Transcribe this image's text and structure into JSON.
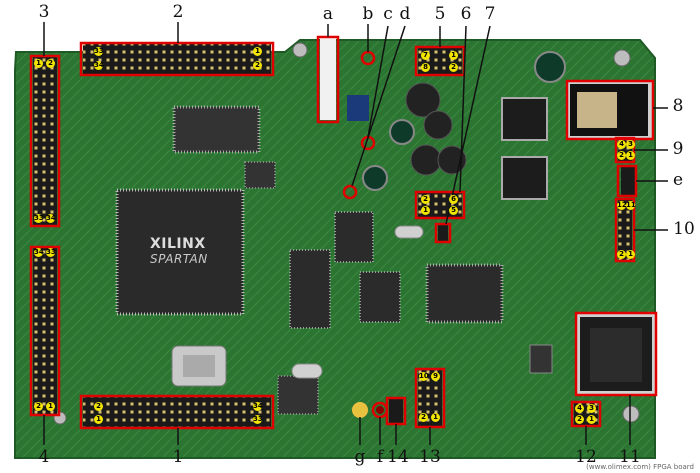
{
  "labels": {
    "l3": "3",
    "l2": "2",
    "la": "a",
    "lb": "b",
    "lc": "c",
    "ld": "d",
    "l5": "5",
    "l6": "6",
    "l7": "7",
    "l8": "8",
    "l9": "9",
    "le": "e",
    "l10": "10",
    "l11": "11",
    "l12": "12",
    "l13": "13",
    "l14": "14",
    "lf": "f",
    "lg": "g",
    "l1": "1",
    "l4": "4"
  },
  "pins": {
    "h3a": "1",
    "h3b": "2",
    "h3c": "33",
    "h3d": "34",
    "h2a": "33",
    "h2b": "34",
    "h2c": "1",
    "h2d": "2",
    "h4a": "34",
    "h4b": "33",
    "h4c": "2",
    "h4d": "1",
    "h1a": "2",
    "h1b": "1",
    "h1c": "34",
    "h1d": "33",
    "h5a": "7",
    "h5b": "1",
    "h5c": "8",
    "h5d": "2",
    "h6a": "2",
    "h6b": "6",
    "h6c": "1",
    "h6d": "5",
    "h9a": "4",
    "h9b": "3",
    "h9c": "2",
    "h9d": "1",
    "h10a": "12",
    "h10b": "11",
    "h10c": "2",
    "h10d": "1",
    "h13a": "10",
    "h13b": "9",
    "h13c": "2",
    "h13d": "1",
    "h12a": "4",
    "h12b": "3",
    "h12c": "2",
    "h12d": "1"
  },
  "chip": {
    "brand": "XILINX",
    "family": "SPARTAN"
  },
  "corner_text": "(www.olimex.com) FPGA board",
  "colors": {
    "board": "#2f7a36",
    "board_dark": "#1f5a25",
    "annotation": "#e00000",
    "pin_fill": "#f2e400"
  }
}
